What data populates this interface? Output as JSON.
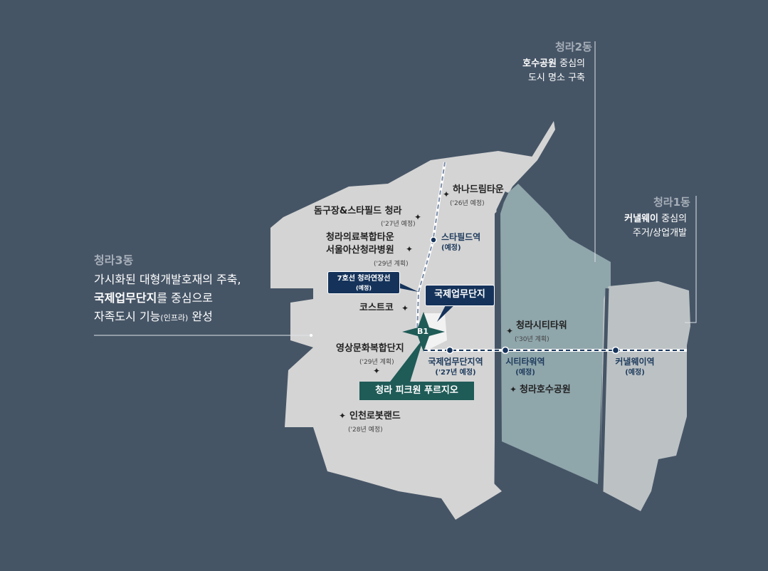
{
  "districts": {
    "cheongna3": {
      "title": "청라3동",
      "line1": "가시화된 대형개발호재의 주축,",
      "line2_bold": "국제업무단지",
      "line2_rest": "를 중심으로",
      "line3_pre": "자족도시 기능",
      "line3_paren": "(인프라)",
      "line3_post": " 완성"
    },
    "cheongna2": {
      "title": "청라2동",
      "line1_bold": "호수공원",
      "line1_rest": " 중심의",
      "line2": "도시 명소 구축"
    },
    "cheongna1": {
      "title": "청라1동",
      "line1_bold": "커낼웨이",
      "line1_rest": " 중심의",
      "line2": "주거/상업개발"
    }
  },
  "places": {
    "hana": {
      "name": "하나드림타운",
      "note": "('26년 예정)"
    },
    "dome": {
      "name": "돔구장&스타필드 청라",
      "note": "('27년 예정)"
    },
    "medical": {
      "name1": "청라의료복합타운",
      "name2": "서울아산청라병원",
      "note": "('29년 계획)"
    },
    "costco": {
      "name": "코스트코"
    },
    "media": {
      "name": "영상문화복합단지",
      "note": "('29년 계획)"
    },
    "robot": {
      "name": "인천로봇랜드",
      "note": "('28년 예정)"
    },
    "citytower": {
      "name": "청라시티타워",
      "note": "('30년 계획)"
    },
    "lakepark": {
      "name": "청라호수공원"
    }
  },
  "stations": {
    "starfield": {
      "name": "스타필드역",
      "note": "(예정)"
    },
    "intl": {
      "name": "국제업무단지역",
      "note": "('27년 예정)"
    },
    "citytower": {
      "name": "시티타워역",
      "note": "(예정)"
    },
    "canalway": {
      "name": "커낼웨이역",
      "note": "(예정)"
    }
  },
  "labels": {
    "line7": "7호선 청라연장선",
    "line7_note": "(예정)",
    "ibd": "국제업무단지",
    "block": "B1",
    "project": "청라 피크원 푸르지오"
  },
  "colors": {
    "background": "#465566",
    "district3": "#d4d4d4",
    "district2": "#8fa6ab",
    "district1": "#bcc2c4",
    "navy": "#15335a",
    "teal": "#1f5b57"
  }
}
